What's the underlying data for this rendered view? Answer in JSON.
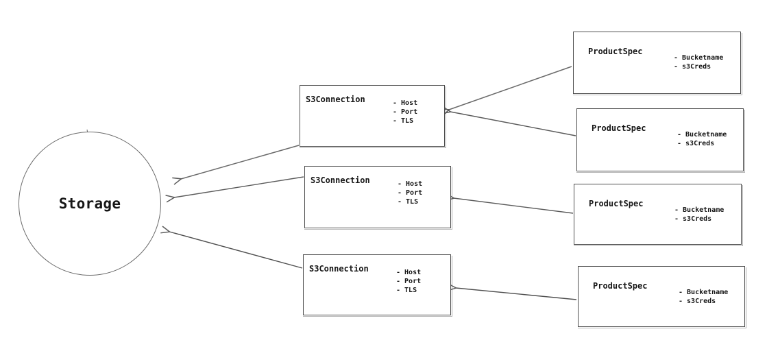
{
  "diagram": {
    "colors": {
      "background": "#ffffff",
      "stroke": "#5a5a5a",
      "box_border": "#4d4d4d",
      "text": "#161616"
    },
    "storage": {
      "label": "Storage"
    },
    "s3_connections": [
      {
        "title": "S3Connection",
        "attributes": [
          "- Host",
          "- Port",
          "- TLS"
        ]
      },
      {
        "title": "S3Connection",
        "attributes": [
          "- Host",
          "- Port",
          "- TLS"
        ]
      },
      {
        "title": "S3Connection",
        "attributes": [
          "- Host",
          "- Port",
          "- TLS"
        ]
      }
    ],
    "product_specs": [
      {
        "title": "ProductSpec",
        "attributes": [
          "- Bucketname",
          "- s3Creds"
        ]
      },
      {
        "title": "ProductSpec",
        "attributes": [
          "- Bucketname",
          "- s3Creds"
        ]
      },
      {
        "title": "ProductSpec",
        "attributes": [
          "- Bucketname",
          "- s3Creds"
        ]
      },
      {
        "title": "ProductSpec",
        "attributes": [
          "- Bucketname",
          "- s3Creds"
        ]
      }
    ]
  }
}
